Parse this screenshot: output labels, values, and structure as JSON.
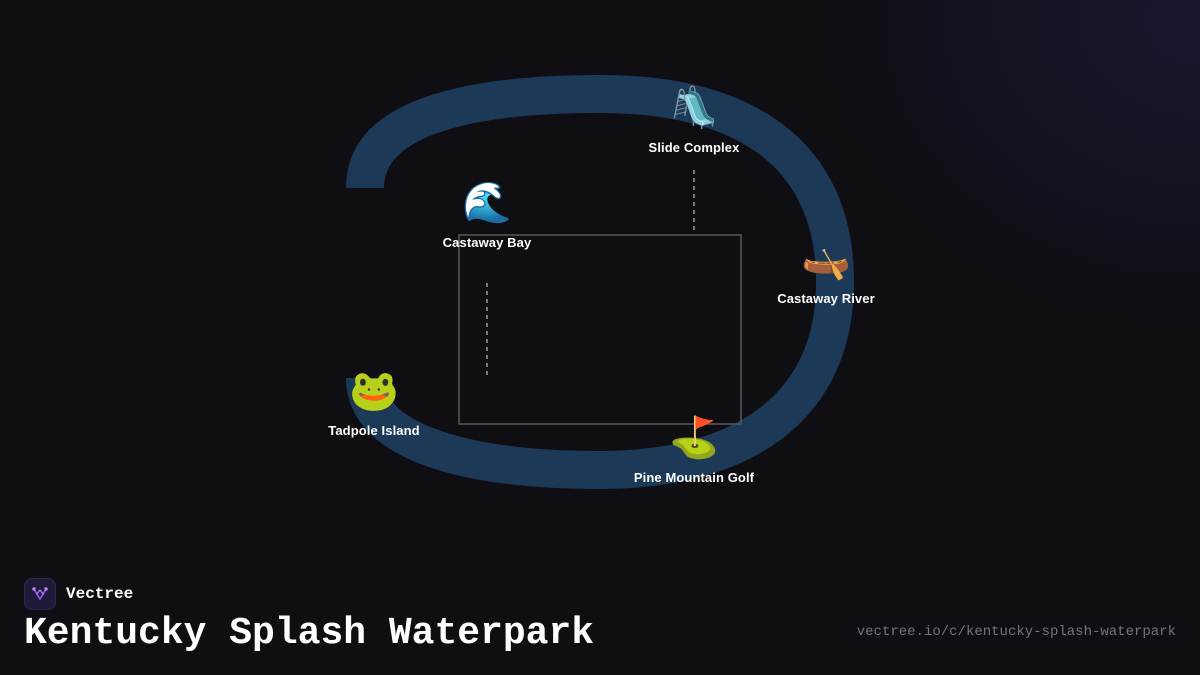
{
  "page": {
    "title": "Kentucky Splash Waterpark",
    "url": "vectree.io/c/kentucky-splash-waterpark"
  },
  "brand": {
    "name": "Vectree",
    "logo_icon": "vectree-logo-icon",
    "accent": "#a855f7"
  },
  "colors": {
    "background": "#0f0e13",
    "river": "#1c3a57",
    "connector": "#9a9aa0",
    "box": "#5a5a5e"
  },
  "attractions": [
    {
      "id": "slide-complex",
      "label": "Slide Complex",
      "icon": "playground-slide-icon",
      "emoji": "🛝"
    },
    {
      "id": "castaway-bay",
      "label": "Castaway Bay",
      "icon": "water-wave-icon",
      "emoji": "🌊"
    },
    {
      "id": "castaway-river",
      "label": "Castaway River",
      "icon": "canoe-icon",
      "emoji": "🛶"
    },
    {
      "id": "tadpole-island",
      "label": "Tadpole Island",
      "icon": "frog-icon",
      "emoji": "🐸"
    },
    {
      "id": "pine-mountain-golf",
      "label": "Pine Mountain Golf",
      "icon": "golf-flag-icon",
      "emoji": "⛳"
    }
  ]
}
